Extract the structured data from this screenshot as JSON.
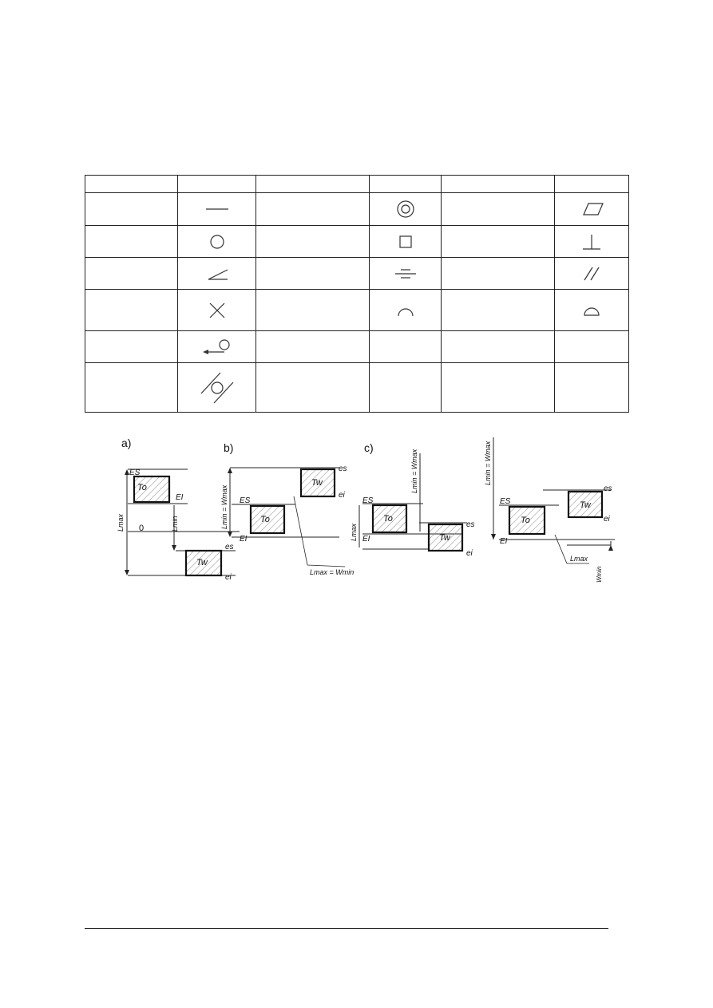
{
  "table": {
    "columns": 6,
    "rows": [
      {
        "row": "header",
        "cells": [
          "",
          "",
          "",
          "",
          "",
          ""
        ]
      },
      {
        "row": 1,
        "symbols": [
          "straightness-icon",
          "concentricity-icon",
          "flatness-icon"
        ]
      },
      {
        "row": 2,
        "symbols": [
          "roundness-icon",
          "square-icon",
          "perpendicularity-icon"
        ]
      },
      {
        "row": 3,
        "symbols": [
          "angularity-icon",
          "symmetry-icon",
          "parallelism-icon"
        ]
      },
      {
        "row": 4,
        "symbols": [
          "intersection-icon",
          "profile-of-line-icon",
          "profile-of-surface-icon"
        ]
      },
      {
        "row": 5,
        "symbols": [
          "circular-runout-icon"
        ]
      },
      {
        "row": 6,
        "symbols": [
          "cylindricity-icon"
        ]
      }
    ]
  },
  "figure": {
    "panel_a": {
      "label": "a)",
      "ES": "ES",
      "EI": "EI",
      "es": "es",
      "ei": "ei",
      "hole_tol": "To",
      "shaft_tol": "Tw",
      "Lmax": "Lmax",
      "Lmin": "Lmin",
      "zero": "0"
    },
    "panel_b": {
      "label": "b)",
      "ES": "ES",
      "EI": "EI",
      "es": "es",
      "ei": "ei",
      "hole_tol": "To",
      "shaft_tol": "Tw",
      "top_dim": "Lmin = Wmax",
      "bottom_dim": "Lmax = Wmin"
    },
    "panel_c": {
      "label": "c)",
      "ES": "ES",
      "EI": "EI",
      "es": "es",
      "ei": "ei",
      "hole_tol": "To",
      "shaft_tol": "Tw",
      "dim1": "Lmin = Wmax",
      "dim2": "Lmax",
      "dim3": "Lmin = Wmax",
      "dim4": "Lmax",
      "dim5": "Wmin"
    }
  }
}
